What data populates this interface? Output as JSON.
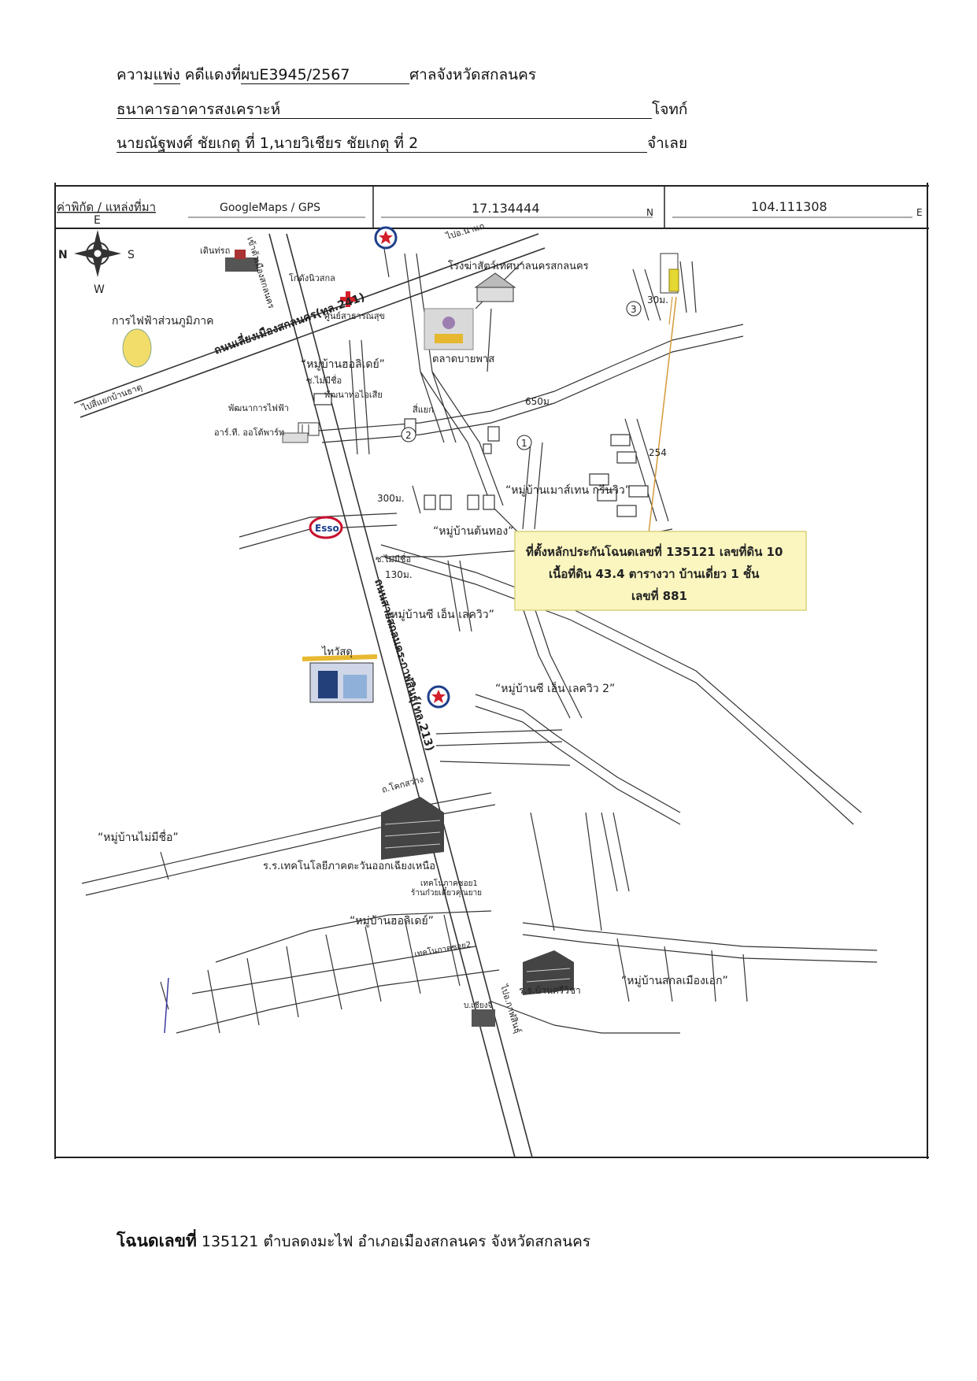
{
  "header": {
    "case_prefix": "ความ",
    "case_type": " แพ่ง",
    "case_red_label": " คดีแดงที่",
    "case_number": " ผบE3945/2567",
    "court": "ศาลจังหวัดสกลนคร",
    "plaintiff_name": "ธนาคารอาคารสงเคราะห์",
    "plaintiff_role": "โจทก์",
    "defendant_name": "นายณัฐพงศ์ ชัยเกตุ ที่ 1,นายวิเชียร ชัยเกตุ ที่ 2",
    "defendant_role": "จำเลย"
  },
  "coordinate_bar": {
    "source_label": "ค่าพิกัด / แหล่งที่มา",
    "source_value": "GoogleMaps / GPS",
    "latitude": "17.134444",
    "lat_suffix": "N",
    "longitude": "104.111308",
    "lon_suffix": "E"
  },
  "compass": {
    "n": "N",
    "s": "S",
    "e": "E",
    "w": "W"
  },
  "map_labels": {
    "electricity": "การไฟฟ้าส่วนภูมิภาค",
    "bus_stop": "เดินท่รถ",
    "godown": "โกดังนิวสกล",
    "health_center": "ศูนย์สาธารณสุข",
    "slaughterhouse": "โรงฆ่าสัตว์เทศบาลนครสกลนคร",
    "road_to_na_kaeo": "ไปอ.นาแก",
    "holiday_village_1": "“หมู่บ้านฮอลิเดย์”",
    "bypass_market": "ตลาดบายพาส",
    "no_name_alley_1": "ซ.ไม่มีชื่อ",
    "water_dev": "พัฒนาท่อไอเสีย",
    "power_dev": "พัฒนาการไฟฟ้า",
    "rt_auto": "อาร์.ที. ออโต้พาร์ท",
    "intersection": "สี่แยก",
    "dist_650": "650ม.",
    "dist_30": "30ม.",
    "dist_300": "300ม.",
    "dist_130": "130ม.",
    "mountain_green": "“หมู่บ้านเมาส์เทน กรีนวิว”",
    "ton_thong": "“หมู่บ้านต้นทอง”",
    "no_name_alley_2": "ซ.ไม่มีชื่อ",
    "cn_lake_view": "“หมู่บ้านซี เอ็น เลควิว”",
    "cn_lake_view_2": "“หมู่บ้านซี เอ็น เลควิว 2”",
    "thai_watsadu": "ไทวัสดุ",
    "no_name_village": "“หมู่บ้านไม่มีชื่อ”",
    "tech_college": "ร.ร.เทคโนโลยีภาคตะวันออกเฉียงเหนือ",
    "tech_alley_1": "เทคโนภาคซอย1",
    "noodle_shop": "ร้านก๋วยเตี๋ยวคุณยาย",
    "holiday_village_2": "“หมู่บ้านฮอลิเดย์”",
    "tech_alley_2": "เทคโนภาคซอย2",
    "sriwicha_school": "ร.ร.บ้านศรีวิชา",
    "sakon_mueang_ek": "“หมู่บ้านสกลเมืองเอก”",
    "kok_sawang": "ถ.โคกสว่าง",
    "chiang_ji": "บ.เชียงจี",
    "road_kalasin": "ไปอ.กาฬสินธุ์",
    "road_ban_that": "ไปสี่แยกบ้านธาตุ",
    "bypass_241": "ถนนเลี่ยงเมืองสกลนคร(ทล.241)",
    "bypass_213": "ถนนสายสกลนคร-กาฬสินธุ์(ทล.213)",
    "road_to_town": "เข้าตัวเมืองสกลนคร",
    "lot_254": "254",
    "marker_1": "1",
    "marker_2": "2",
    "marker_3": "3",
    "esso": "Esso"
  },
  "collateral_box": {
    "line1": "ที่ตั้งหลักประกันโฉนดเลขที่ 135121 เลขที่ดิน 10",
    "line2": "เนื้อที่ดิน 43.4 ตารางวา บ้านเดี่ยว 1 ชั้น",
    "line3": "เลขที่ 881"
  },
  "footer": {
    "deed_label": "โฉนดเลขที่",
    "deed_text": " 135121 ตำบลดงมะไฟ อำเภอเมืองสกลนคร จังหวัดสกลนคร"
  },
  "colors": {
    "collateral_box": "#fbf6c0",
    "collateral_border": "#d9d27a",
    "marker_line": "#d49a3a",
    "target_lot": "#e6d832",
    "health_cross": "#d4202a",
    "star_red": "#d21f2a",
    "star_blue": "#1f3f8a"
  }
}
